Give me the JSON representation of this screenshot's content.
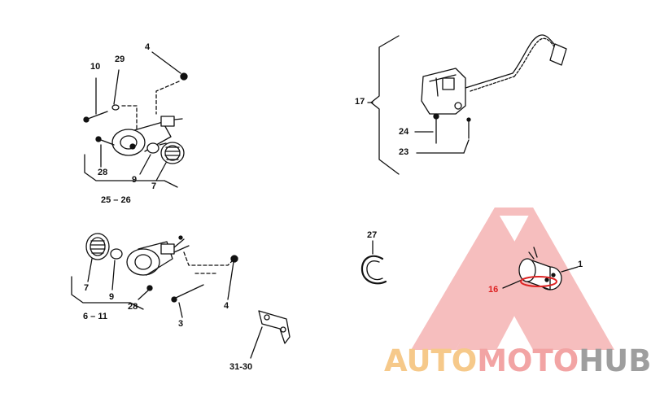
{
  "callouts": {
    "c10": "10",
    "c29": "29",
    "c4a": "4",
    "c28a": "28",
    "c9a": "9",
    "c7a": "7",
    "c25_26": "25 – 26",
    "c17": "17",
    "c24": "24",
    "c23": "23",
    "c27": "27",
    "c1": "1",
    "c16": "16",
    "c7b": "7",
    "c9b": "9",
    "c28b": "28",
    "c6_11": "6 – 11",
    "c3": "3",
    "c4b": "4",
    "c31_30": "31-30"
  },
  "watermark": {
    "part1": "AUTO",
    "part2": "MOTO",
    "part3": "HUB",
    "colors": {
      "auto": "#f6c98a",
      "moto": "#f2a4a4",
      "hub": "#9e9e9e",
      "triangle": "#f08a8a"
    }
  }
}
